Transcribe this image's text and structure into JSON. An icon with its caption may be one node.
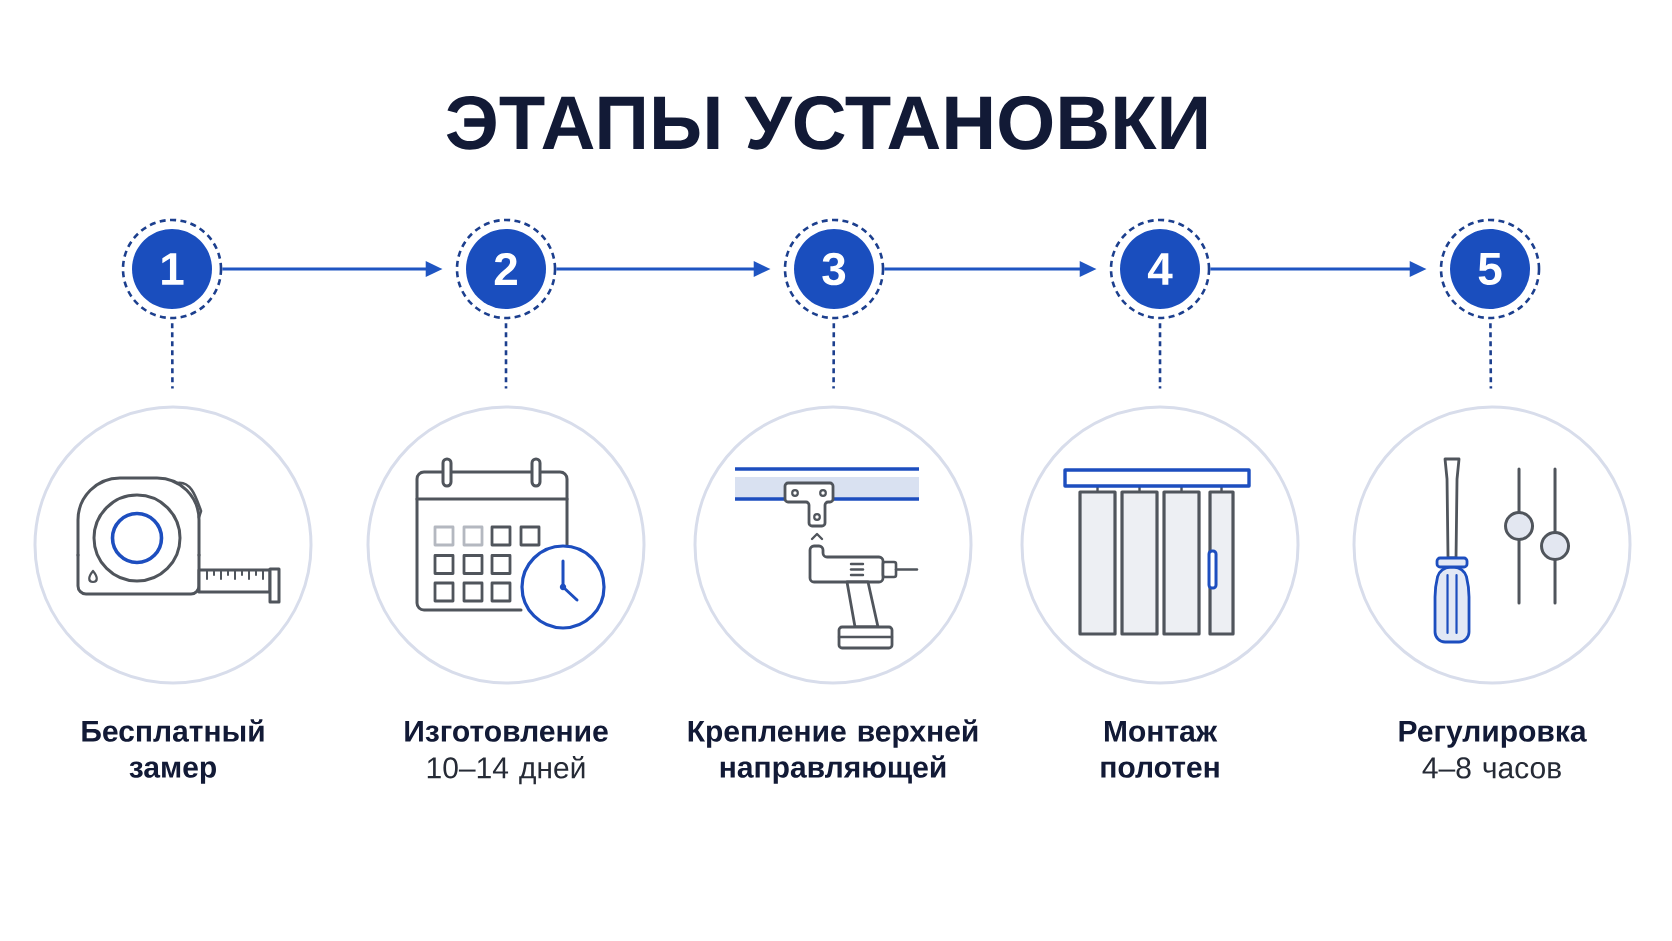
{
  "diagram": {
    "title": "ЭТАПЫ УСТАНОВКИ",
    "nodes": [
      {
        "text": [
          "1"
        ]
      },
      {
        "text": [
          "2"
        ]
      },
      {
        "text": [
          "3"
        ]
      },
      {
        "text": [
          "4"
        ]
      },
      {
        "text": [
          "5"
        ]
      },
      {
        "text": [
          "Бесплатный замер"
        ]
      },
      {
        "text": [
          "Изготовление",
          "10–14 дней"
        ]
      },
      {
        "text": [
          "Крепление верхней направляющей"
        ]
      },
      {
        "text": [
          "Монтаж полотен"
        ]
      },
      {
        "text": [
          "Регулировка",
          "4–8 часов"
        ]
      }
    ],
    "edges": [
      {
        "from": 0,
        "to": 1,
        "arrow": "to"
      },
      {
        "from": 1,
        "to": 2,
        "arrow": "to"
      },
      {
        "from": 2,
        "to": 3,
        "arrow": "to"
      },
      {
        "from": 3,
        "to": 4,
        "arrow": "to"
      },
      {
        "from": 0,
        "to": 5,
        "arrow": "none",
        "style": "dashed"
      },
      {
        "from": 1,
        "to": 6,
        "arrow": "none",
        "style": "dashed"
      },
      {
        "from": 2,
        "to": 7,
        "arrow": "none",
        "style": "dashed"
      },
      {
        "from": 3,
        "to": 8,
        "arrow": "none",
        "style": "dashed"
      },
      {
        "from": 4,
        "to": 9,
        "arrow": "none",
        "style": "dashed"
      }
    ]
  }
}
